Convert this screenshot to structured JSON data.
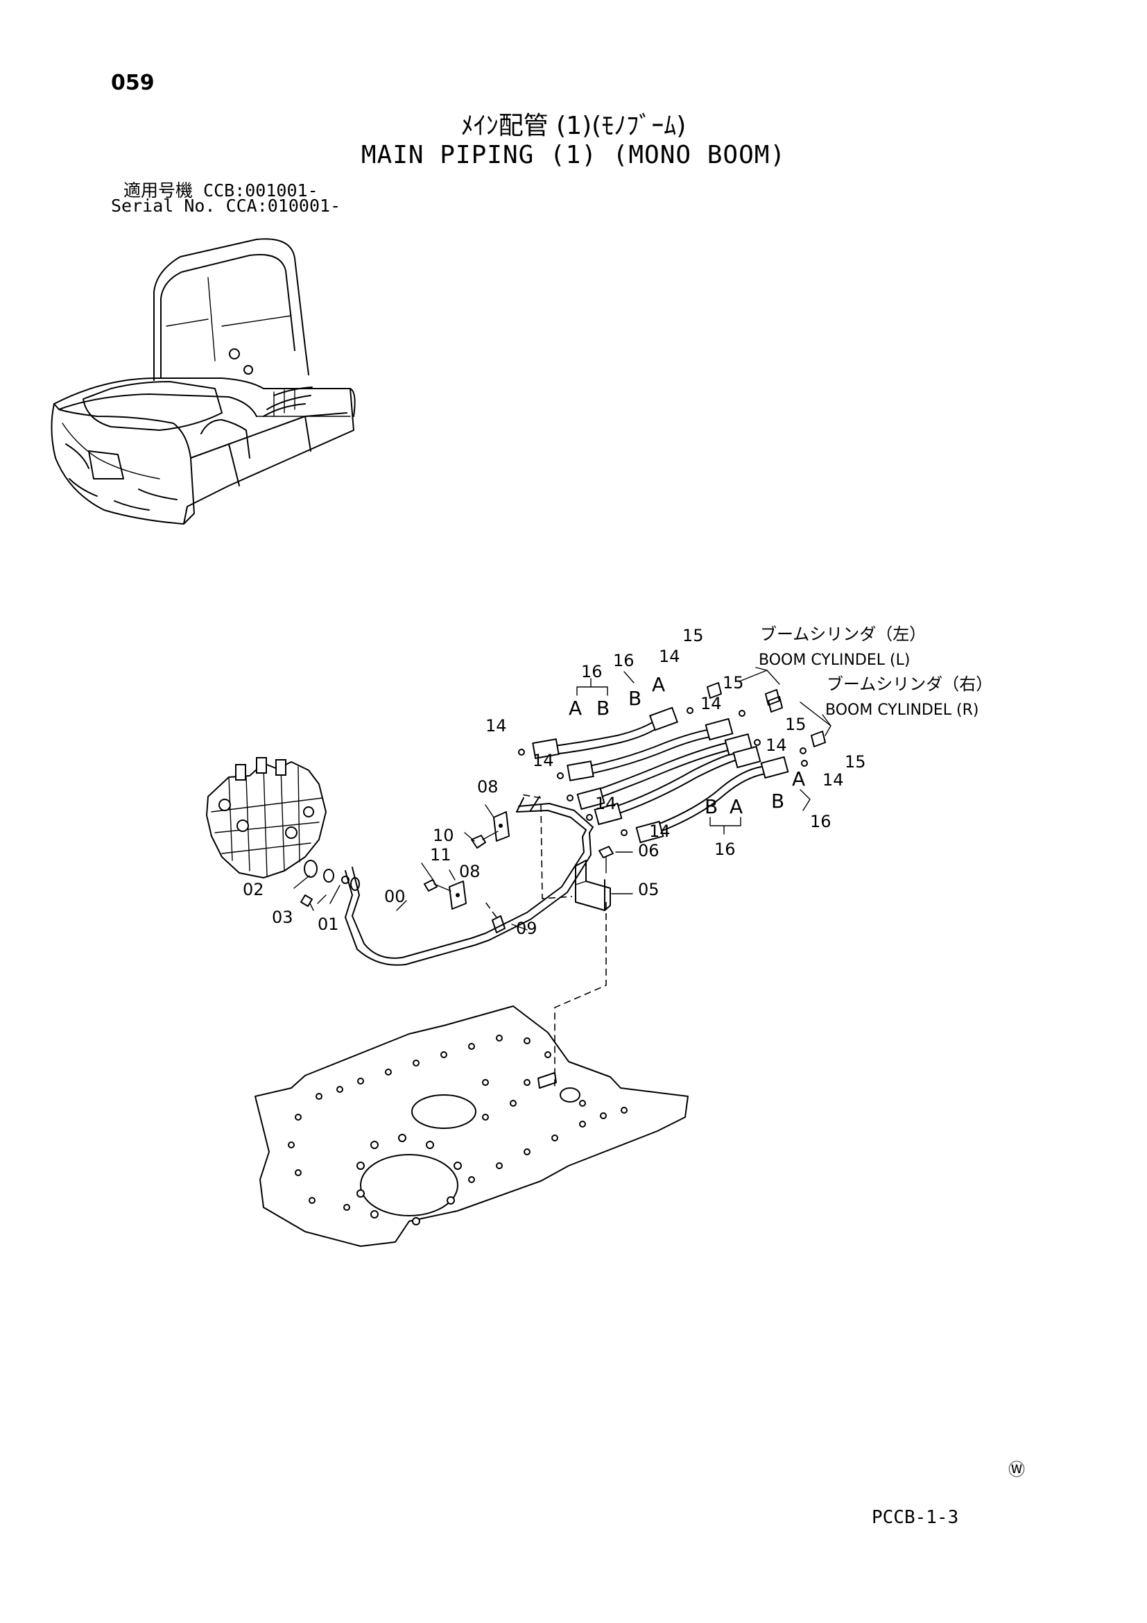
{
  "page_number": "059",
  "title_jp": "ﾒｲﾝ配管 (1)(ﾓﾉﾌﾞｰﾑ)",
  "title_en": "MAIN PIPING (1) (MONO BOOM)",
  "serial_line_1": "適用号機  CCB:001001-",
  "serial_line_2": "Serial No. CCA:010001-",
  "doc_code": "PCCB-1-3",
  "watermark_symbol": "Ⓦ",
  "callouts": {
    "boom_l_jp": "ブームシリンダ（左）",
    "boom_l_en": "BOOM CYLINDEL (L)",
    "boom_r_jp": "ブームシリンダ（右）",
    "boom_r_en": "BOOM CYLINDEL (R)"
  },
  "part_labels": {
    "p00": "00",
    "p01": "01",
    "p02": "02",
    "p03": "03",
    "p05": "05",
    "p06": "06",
    "p08": "08",
    "p09": "09",
    "p10": "10",
    "p11": "11",
    "p14": "14",
    "p15": "15",
    "p16": "16",
    "A": "A",
    "B": "B"
  }
}
